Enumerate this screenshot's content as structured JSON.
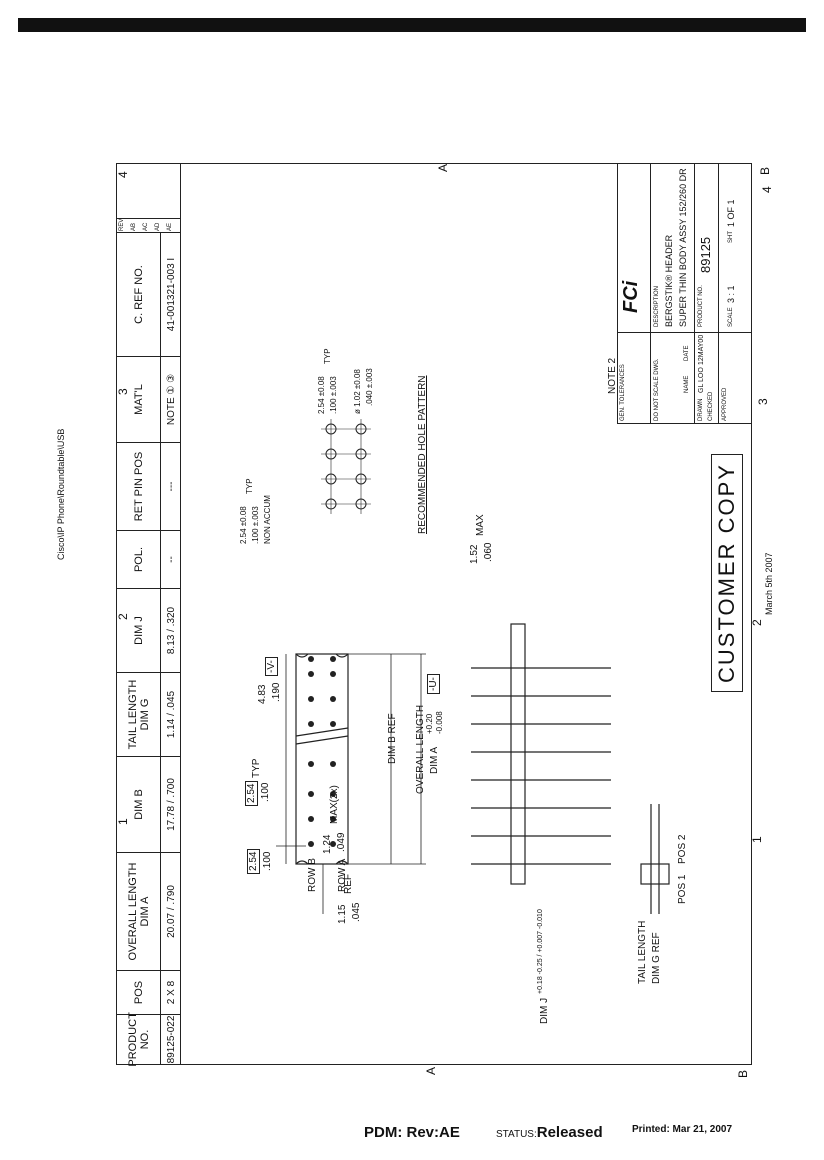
{
  "header": {
    "path": "Cisco\\IP Phone\\Roundtable\\USB"
  },
  "table": {
    "columns": [
      "PRODUCT NO.",
      "POS",
      "OVERALL LENGTH DIM A",
      "DIM B",
      "TAIL LENGTH DIM G",
      "DIM J",
      "POL.",
      "RET PIN POS",
      "MAT'L",
      "C. REF NO."
    ],
    "row": [
      "89125-022",
      "2 X 8",
      "20.07 / .790",
      "17.78 / .700",
      "1.14 / .045",
      "8.13 / .320",
      "--",
      "---",
      "NOTE ① ③",
      "41-001321-003 I"
    ]
  },
  "revisions": [
    "REV",
    "AB",
    "AC",
    "AD",
    "AE"
  ],
  "dims": {
    "typ_254": "2.54",
    "typ_100": ".100",
    "typ_label": "TYP",
    "w_483": "4.83",
    "w_190": ".190",
    "v_box": "-V-",
    "u_box": "-U-",
    "row_b": "ROW B",
    "row_a": "ROW A",
    "dim_b_ref": "DIM B REF",
    "overall_length": "OVERALL LENGTH",
    "dim_a": "DIM A",
    "dim_a_tol_plus": "+0.20",
    "dim_a_tol_minus": "-0.008",
    "pitch_254": "2.54",
    "pitch_100": ".100",
    "ref_115": "1.15",
    "ref_045": ".045",
    "ref_label": "REF",
    "max_124": "1.24",
    "max_049": ".049",
    "max_label": "MAX(2x)",
    "max_152": "1.52",
    "max_060": ".060",
    "max_word": "MAX",
    "pos1": "POS 1",
    "pos2": "POS 2",
    "note2": "NOTE 2",
    "tail_length": "TAIL LENGTH",
    "dim_g_ref": "DIM G REF",
    "dim_j": "DIM J",
    "dim_j_tol": "+0.18 -0.25 / +0.007 -0.010",
    "hole_typ_254": "2.54 ±0.08",
    "hole_typ_100": ".100 ±.003",
    "hole_typ_label": "TYP",
    "hole_non_accum": "NON ACCUM",
    "hole_typ2_254": "2.54 ±0.08",
    "hole_typ2_100": ".100 ±.003",
    "hole_dia_102": "ø 1.02 ±0.08",
    "hole_dia_040": ".040 ±.003",
    "pattern_title": "RECOMMENDED HOLE PATTERN"
  },
  "title_block": {
    "gen_tolerances": "GEN. TOLERANCES",
    "do_not_scale": "DO NOT SCALE DWG.",
    "drawn": "DRAWN",
    "checked": "CHECKED",
    "approved": "APPROVED",
    "name_hdr": "NAME",
    "date_hdr": "DATE",
    "drawn_name": "GL LOO",
    "drawn_date": "12MAY00",
    "description_label": "DESCRIPTION",
    "description_1": "BERGSTIK® HEADER",
    "description_2": "SUPER THIN BODY ASSY 152/260 DR",
    "product_no_label": "PRODUCT NO.",
    "product_no": "89125",
    "scale_label": "SCALE",
    "scale": "3 : 1",
    "sheet_label": "SHT",
    "sheet": "1 OF 1",
    "logo": "FCi"
  },
  "customer_copy": "CUSTOMER COPY",
  "print_date": "March 5th 2007",
  "footer": {
    "pdm": "PDM: Rev:AE",
    "status_label": "STATUS:",
    "status": "Released",
    "printed": "Printed: Mar 21, 2007"
  },
  "margin_marks": {
    "a": "A",
    "b": "B",
    "1": "1",
    "2": "2",
    "3": "3",
    "4": "4"
  }
}
